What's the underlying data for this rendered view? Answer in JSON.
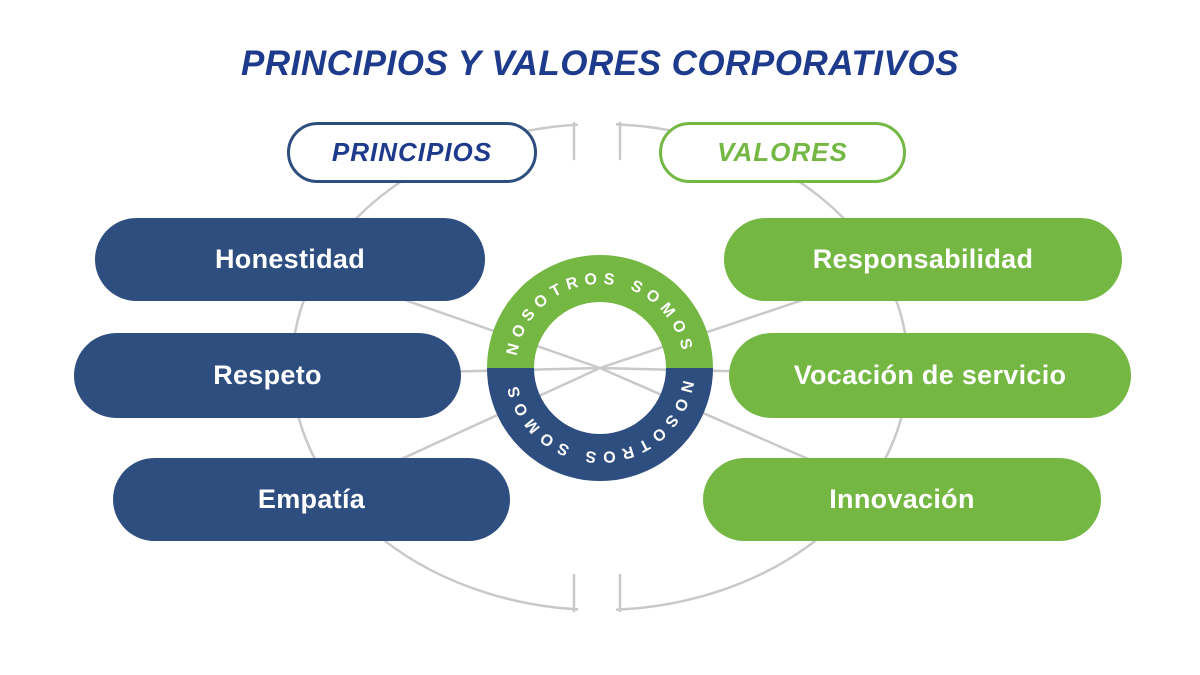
{
  "title": "PRINCIPIOS Y VALORES CORPORATIVOS",
  "groups": {
    "principios": {
      "label": "PRINCIPIOS",
      "items": [
        "Honestidad",
        "Respeto",
        "Empatía"
      ]
    },
    "valores": {
      "label": "VALORES",
      "items": [
        "Responsabilidad",
        "Vocación de servicio",
        "Innovación"
      ]
    }
  },
  "center_ring": {
    "top_text": "NOSOTROS SOMOS",
    "bottom_text": "NOSOTROS SOMOS"
  },
  "colors": {
    "title_blue": "#1d3a8c",
    "navy_pill": "#2e4e80",
    "green_pill": "#74b743",
    "connector_gray": "#c9c9c9",
    "background": "#ffffff"
  }
}
